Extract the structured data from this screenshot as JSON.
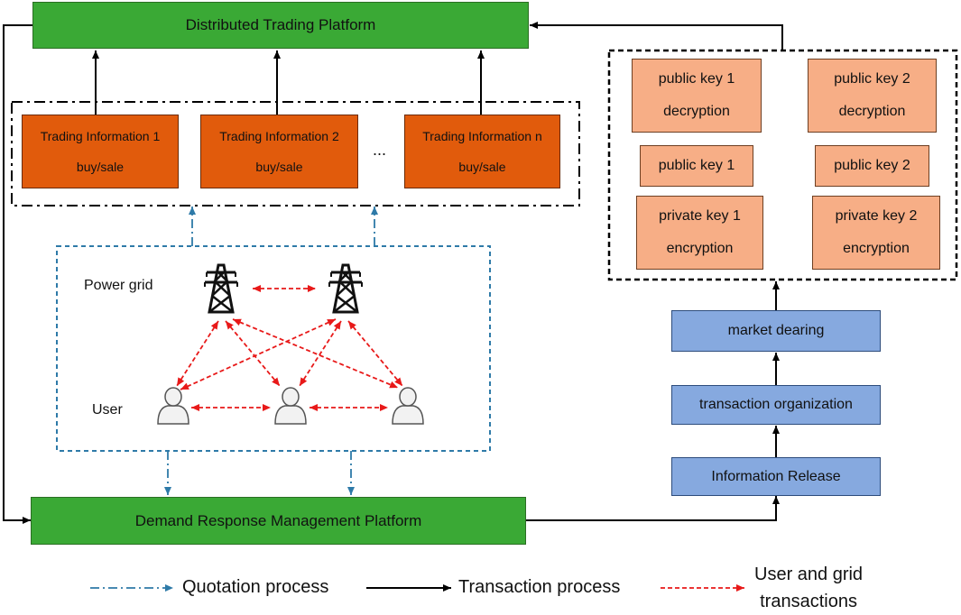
{
  "platforms": {
    "distributed": "Distributed Trading Platform",
    "demand": "Demand Response Management Platform"
  },
  "trading": [
    {
      "title": "Trading Information 1",
      "sub": "buy/sale"
    },
    {
      "title": "Trading Information 2",
      "sub": "buy/sale"
    },
    {
      "title": "Trading Information n",
      "sub": "buy/sale"
    }
  ],
  "ellipsis": "...",
  "grid_labels": {
    "power_grid": "Power grid",
    "user": "User"
  },
  "keys": {
    "pk1_decrypt": [
      "public key 1",
      "decryption"
    ],
    "pk2_decrypt": [
      "public key 2",
      "decryption"
    ],
    "pk1": "public key 1",
    "pk2": "public key 2",
    "prk1_encrypt": [
      "private key 1",
      "encryption"
    ],
    "prk2_encrypt": [
      "private key 2",
      "encryption"
    ]
  },
  "process": {
    "market": "market dearing",
    "organization": "transaction organization",
    "release": "Information Release"
  },
  "legend": {
    "quotation": "Quotation process",
    "transaction": "Transaction process",
    "user_grid": [
      "User and grid",
      "transactions"
    ]
  },
  "colors": {
    "quotation": "#2e7aa8",
    "transaction": "#000000",
    "user_grid": "#e81919"
  }
}
